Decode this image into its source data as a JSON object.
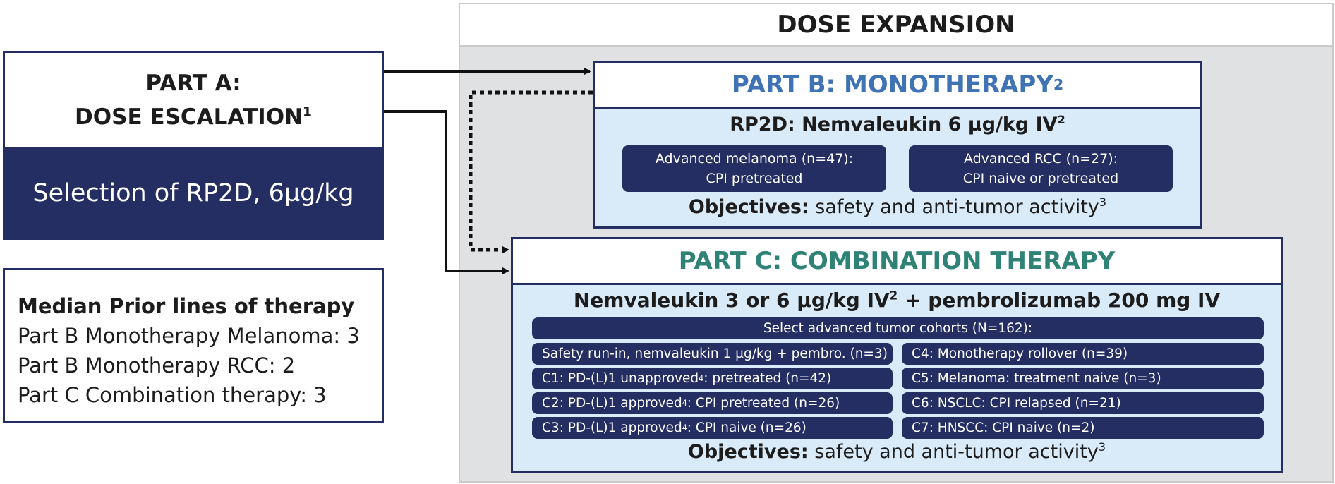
{
  "dose_expansion": {
    "title": "DOSE EXPANSION"
  },
  "part_a": {
    "title_line1": "PART A:",
    "title_line2": "DOSE ESCALATION",
    "title_sup": "1",
    "selection": "Selection of RP2D, 6µg/kg"
  },
  "median": {
    "title": "Median Prior lines of therapy",
    "lines": [
      "Part B Monotherapy Melanoma: 3",
      "Part B Monotherapy RCC: 2",
      "Part C Combination therapy: 3"
    ]
  },
  "part_b": {
    "title": "PART B: MONOTHERAPY",
    "title_sup": "2",
    "rp2d": "RP2D: Nemvaleukin 6 µg/kg IV",
    "rp2d_sup": "2",
    "cohort1_line1": "Advanced melanoma (n=47):",
    "cohort1_line2": "CPI pretreated",
    "cohort2_line1": "Advanced RCC (n=27):",
    "cohort2_line2": "CPI naive or pretreated",
    "objectives_label": "Objectives:",
    "objectives_text": " safety and anti-tumor activity",
    "objectives_sup": "3"
  },
  "part_c": {
    "title": "PART C: COMBINATION THERAPY",
    "dose_pre": "Nemvaleukin 3 or 6 µg/kg IV",
    "dose_sup": "2",
    "dose_post": " + pembrolizumab 200 mg IV",
    "cohorts_header": "Select advanced tumor cohorts (N=162):",
    "safety": "Safety run-in, nemvaleukin 1 µg/kg + pembro. (n=3)",
    "c1_pre": "C1: PD-(L)1 unapproved",
    "c1_sup": "4",
    "c1_post": ": pretreated (n=42)",
    "c2_pre": "C2: PD-(L)1 approved",
    "c2_sup": "4",
    "c2_post": ": CPI pretreated (n=26)",
    "c3_pre": "C3: PD-(L)1 approved",
    "c3_sup": "4",
    "c3_post": ": CPI naive (n=26)",
    "c4": "C4: Monotherapy rollover (n=39)",
    "c5": "C5: Melanoma: treatment naive (n=3)",
    "c6": "C6: NSCLC: CPI relapsed (n=21)",
    "c7": "C7: HNSCC: CPI naive (n=2)",
    "objectives_label": "Objectives:",
    "objectives_text": " safety and anti-tumor activity",
    "objectives_sup": "3"
  },
  "colors": {
    "navy": "#252e63",
    "part_b_title": "#3f73b3",
    "part_c_title": "#2e8276",
    "panel_fill": "#d9eaf8",
    "expansion_bg": "#e0e1e3"
  }
}
